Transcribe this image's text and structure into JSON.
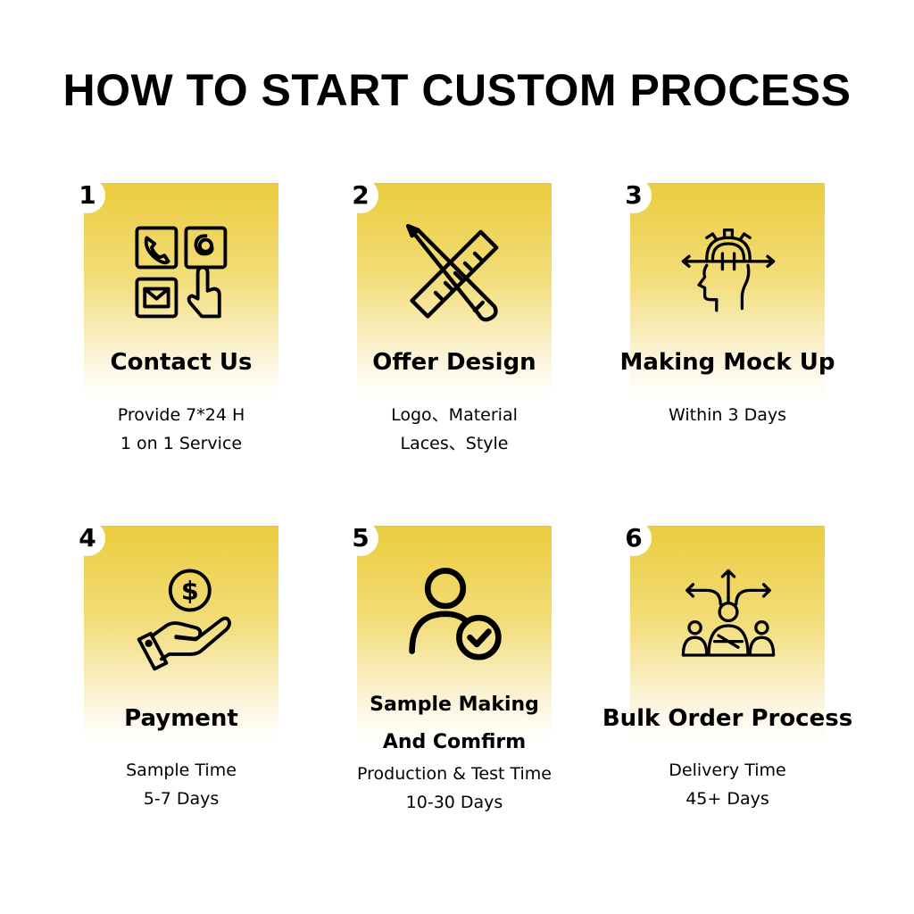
{
  "title": "HOW TO START CUSTOM PROCESS",
  "steps": [
    {
      "number": "1",
      "label": "Contact Us",
      "icon": "contact-channels-icon",
      "desc": [
        "Provide 7*24 H",
        "1 on 1 Service"
      ]
    },
    {
      "number": "2",
      "label": "Offer Design",
      "icon": "pencil-ruler-icon",
      "desc": [
        "Logo、Material",
        "Laces、Style"
      ]
    },
    {
      "number": "3",
      "label": "Making Mock Up",
      "icon": "head-gear-icon",
      "desc": [
        "Within  3  Days"
      ]
    },
    {
      "number": "4",
      "label": "Payment",
      "icon": "hand-coin-icon",
      "desc": [
        "Sample Time",
        "5-7 Days"
      ]
    },
    {
      "number": "5",
      "label": [
        "Sample Making",
        "And Comfirm"
      ],
      "icon": "user-check-icon",
      "desc": [
        "Production & Test Time",
        "10-30 Days"
      ]
    },
    {
      "number": "6",
      "label": "Bulk Order Process",
      "icon": "team-directions-icon",
      "desc": [
        "Delivery Time",
        "45+ Days"
      ]
    }
  ],
  "colors": {
    "accent": "#ebcc3e",
    "text": "#000000",
    "background": "#ffffff"
  }
}
